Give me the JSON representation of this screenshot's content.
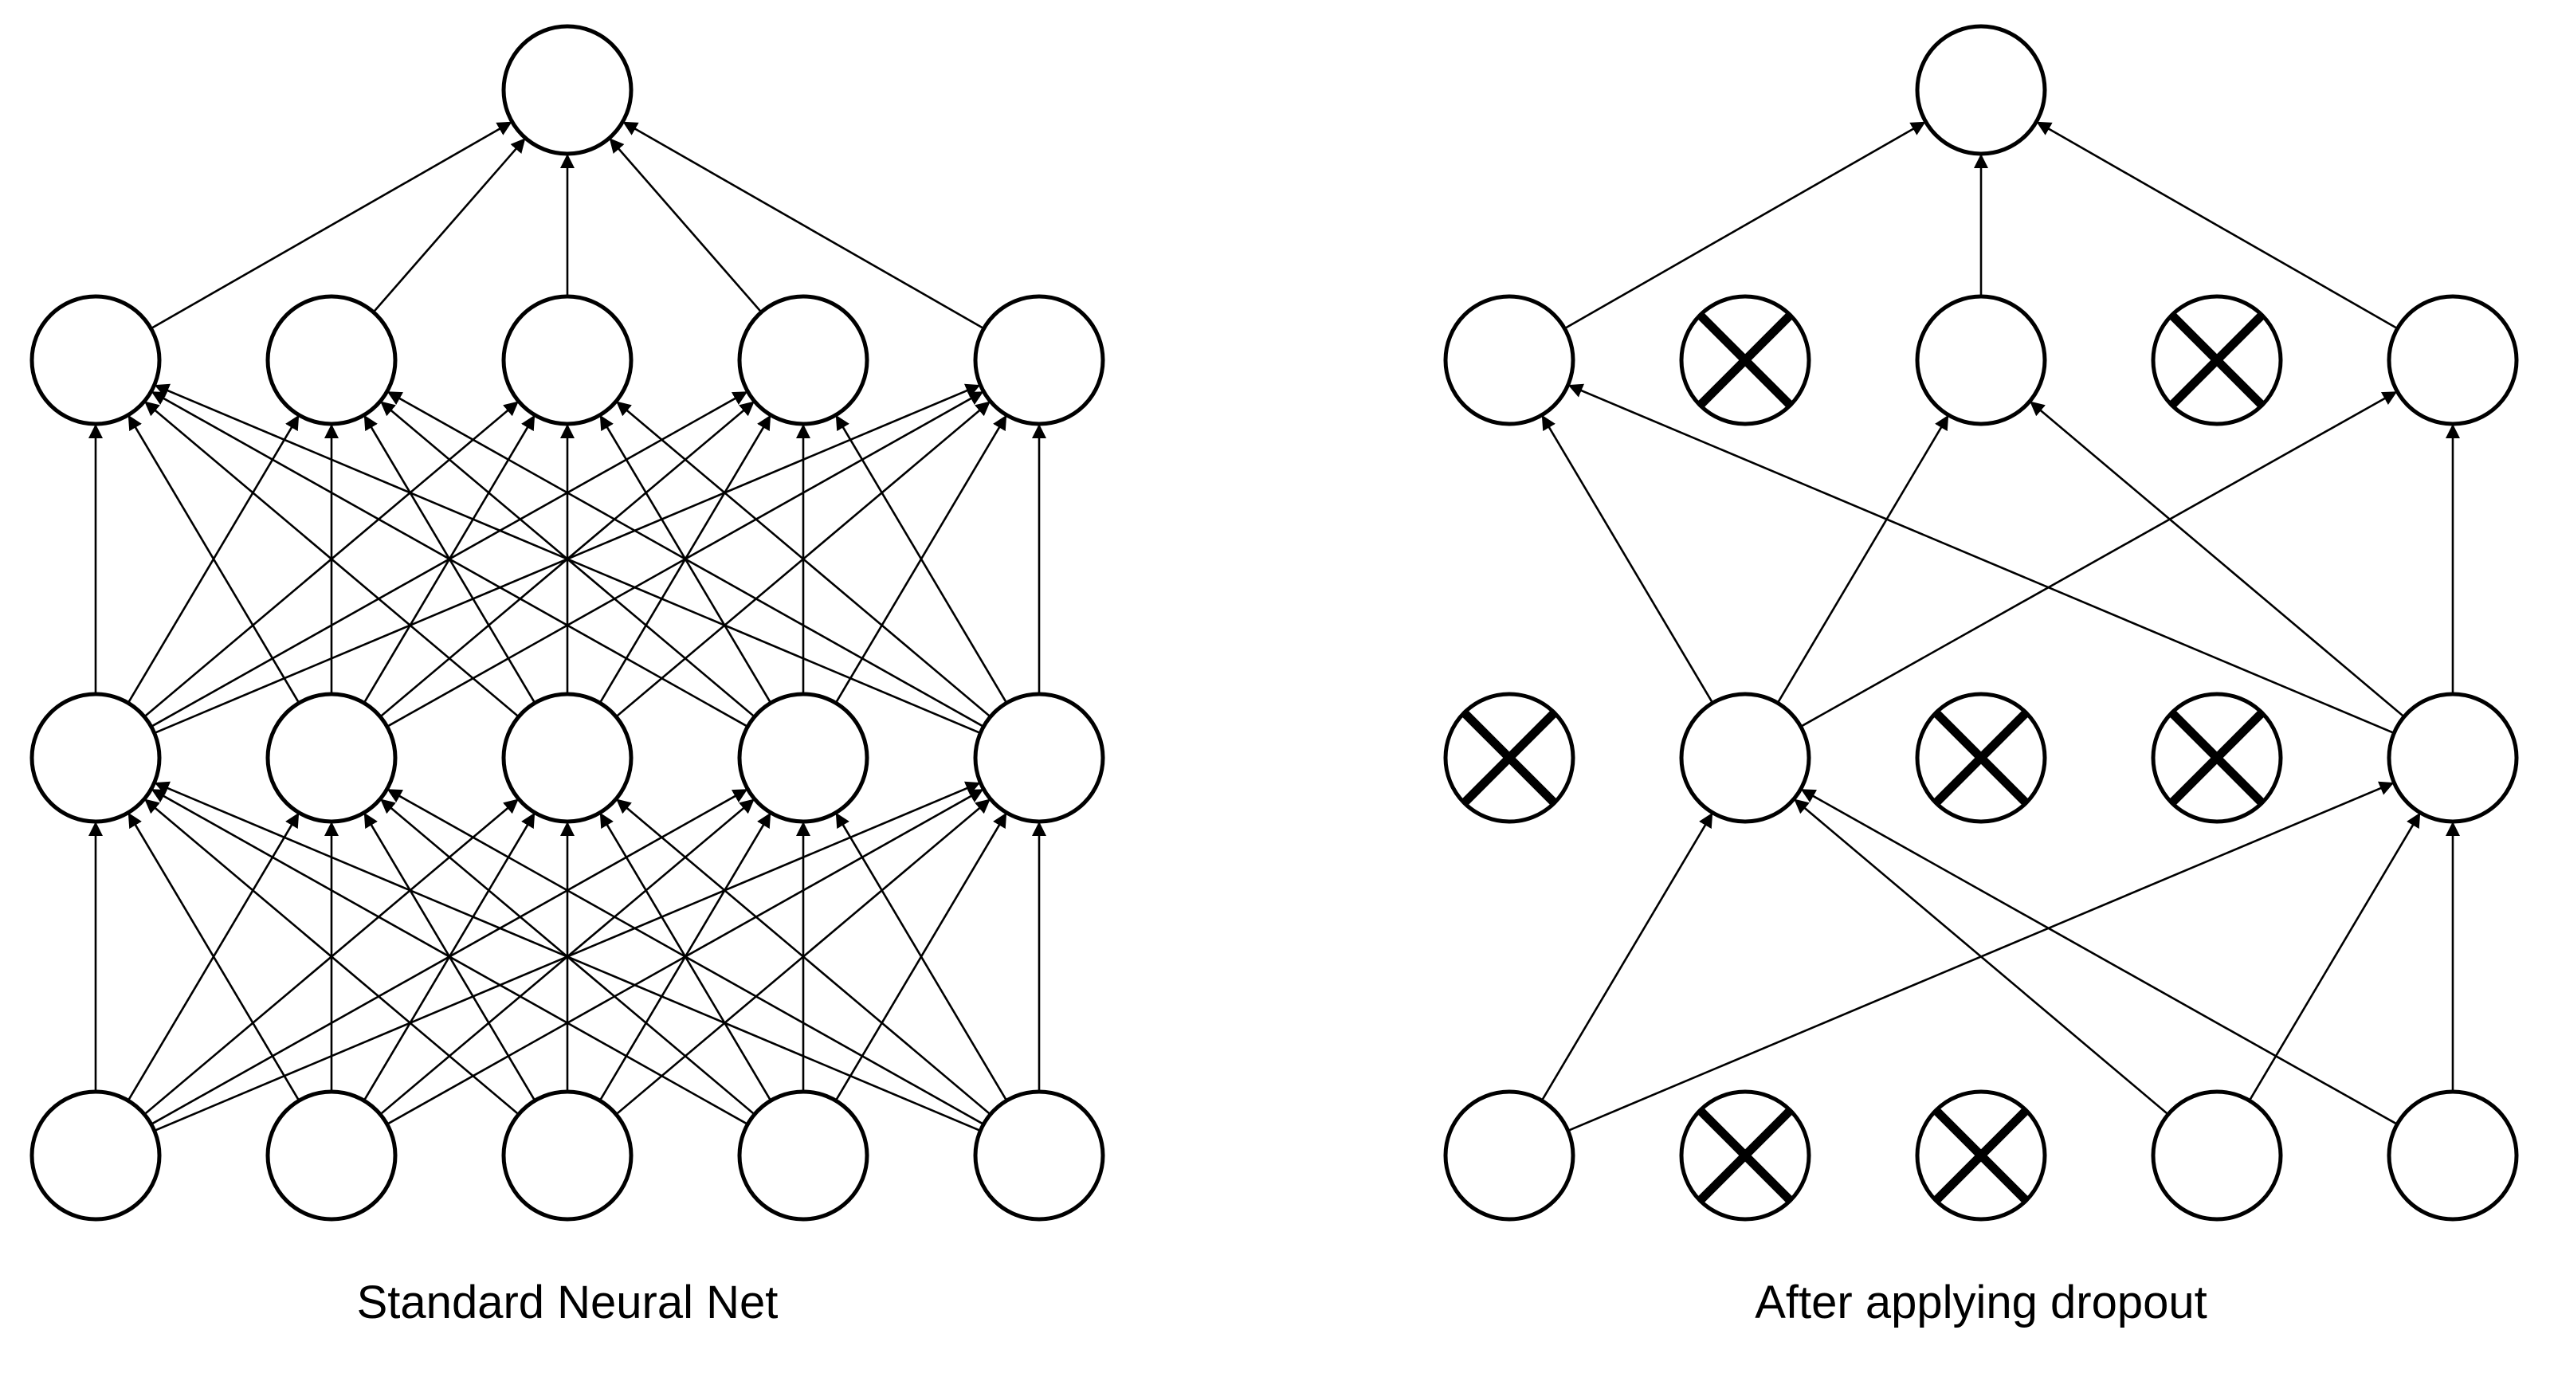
{
  "figure": {
    "panels": [
      {
        "id": "standard",
        "caption": "Standard Neural Net",
        "layers": [
          {
            "name": "input",
            "dropped": [
              false,
              false,
              false,
              false,
              false
            ]
          },
          {
            "name": "hidden1",
            "dropped": [
              false,
              false,
              false,
              false,
              false
            ]
          },
          {
            "name": "hidden2",
            "dropped": [
              false,
              false,
              false,
              false,
              false
            ]
          },
          {
            "name": "output",
            "dropped": [
              false
            ]
          }
        ],
        "connections": [
          {
            "from_layer": 0,
            "edges": "all"
          },
          {
            "from_layer": 1,
            "edges": "all"
          },
          {
            "from_layer": 2,
            "edges": "all"
          }
        ]
      },
      {
        "id": "dropout",
        "caption": "After applying dropout",
        "layers": [
          {
            "name": "input",
            "dropped": [
              false,
              true,
              true,
              false,
              false
            ]
          },
          {
            "name": "hidden1",
            "dropped": [
              true,
              false,
              true,
              true,
              false
            ]
          },
          {
            "name": "hidden2",
            "dropped": [
              false,
              true,
              false,
              true,
              false
            ]
          },
          {
            "name": "output",
            "dropped": [
              false
            ]
          }
        ],
        "connections": [
          {
            "from_layer": 0,
            "edges": [
              [
                0,
                1
              ],
              [
                0,
                4
              ],
              [
                3,
                1
              ],
              [
                3,
                4
              ],
              [
                4,
                1
              ],
              [
                4,
                4
              ]
            ]
          },
          {
            "from_layer": 1,
            "edges": [
              [
                1,
                0
              ],
              [
                1,
                2
              ],
              [
                1,
                4
              ],
              [
                4,
                0
              ],
              [
                4,
                2
              ],
              [
                4,
                4
              ]
            ]
          },
          {
            "from_layer": 2,
            "edges": [
              [
                0,
                0
              ],
              [
                2,
                0
              ],
              [
                4,
                0
              ]
            ]
          }
        ]
      }
    ]
  }
}
